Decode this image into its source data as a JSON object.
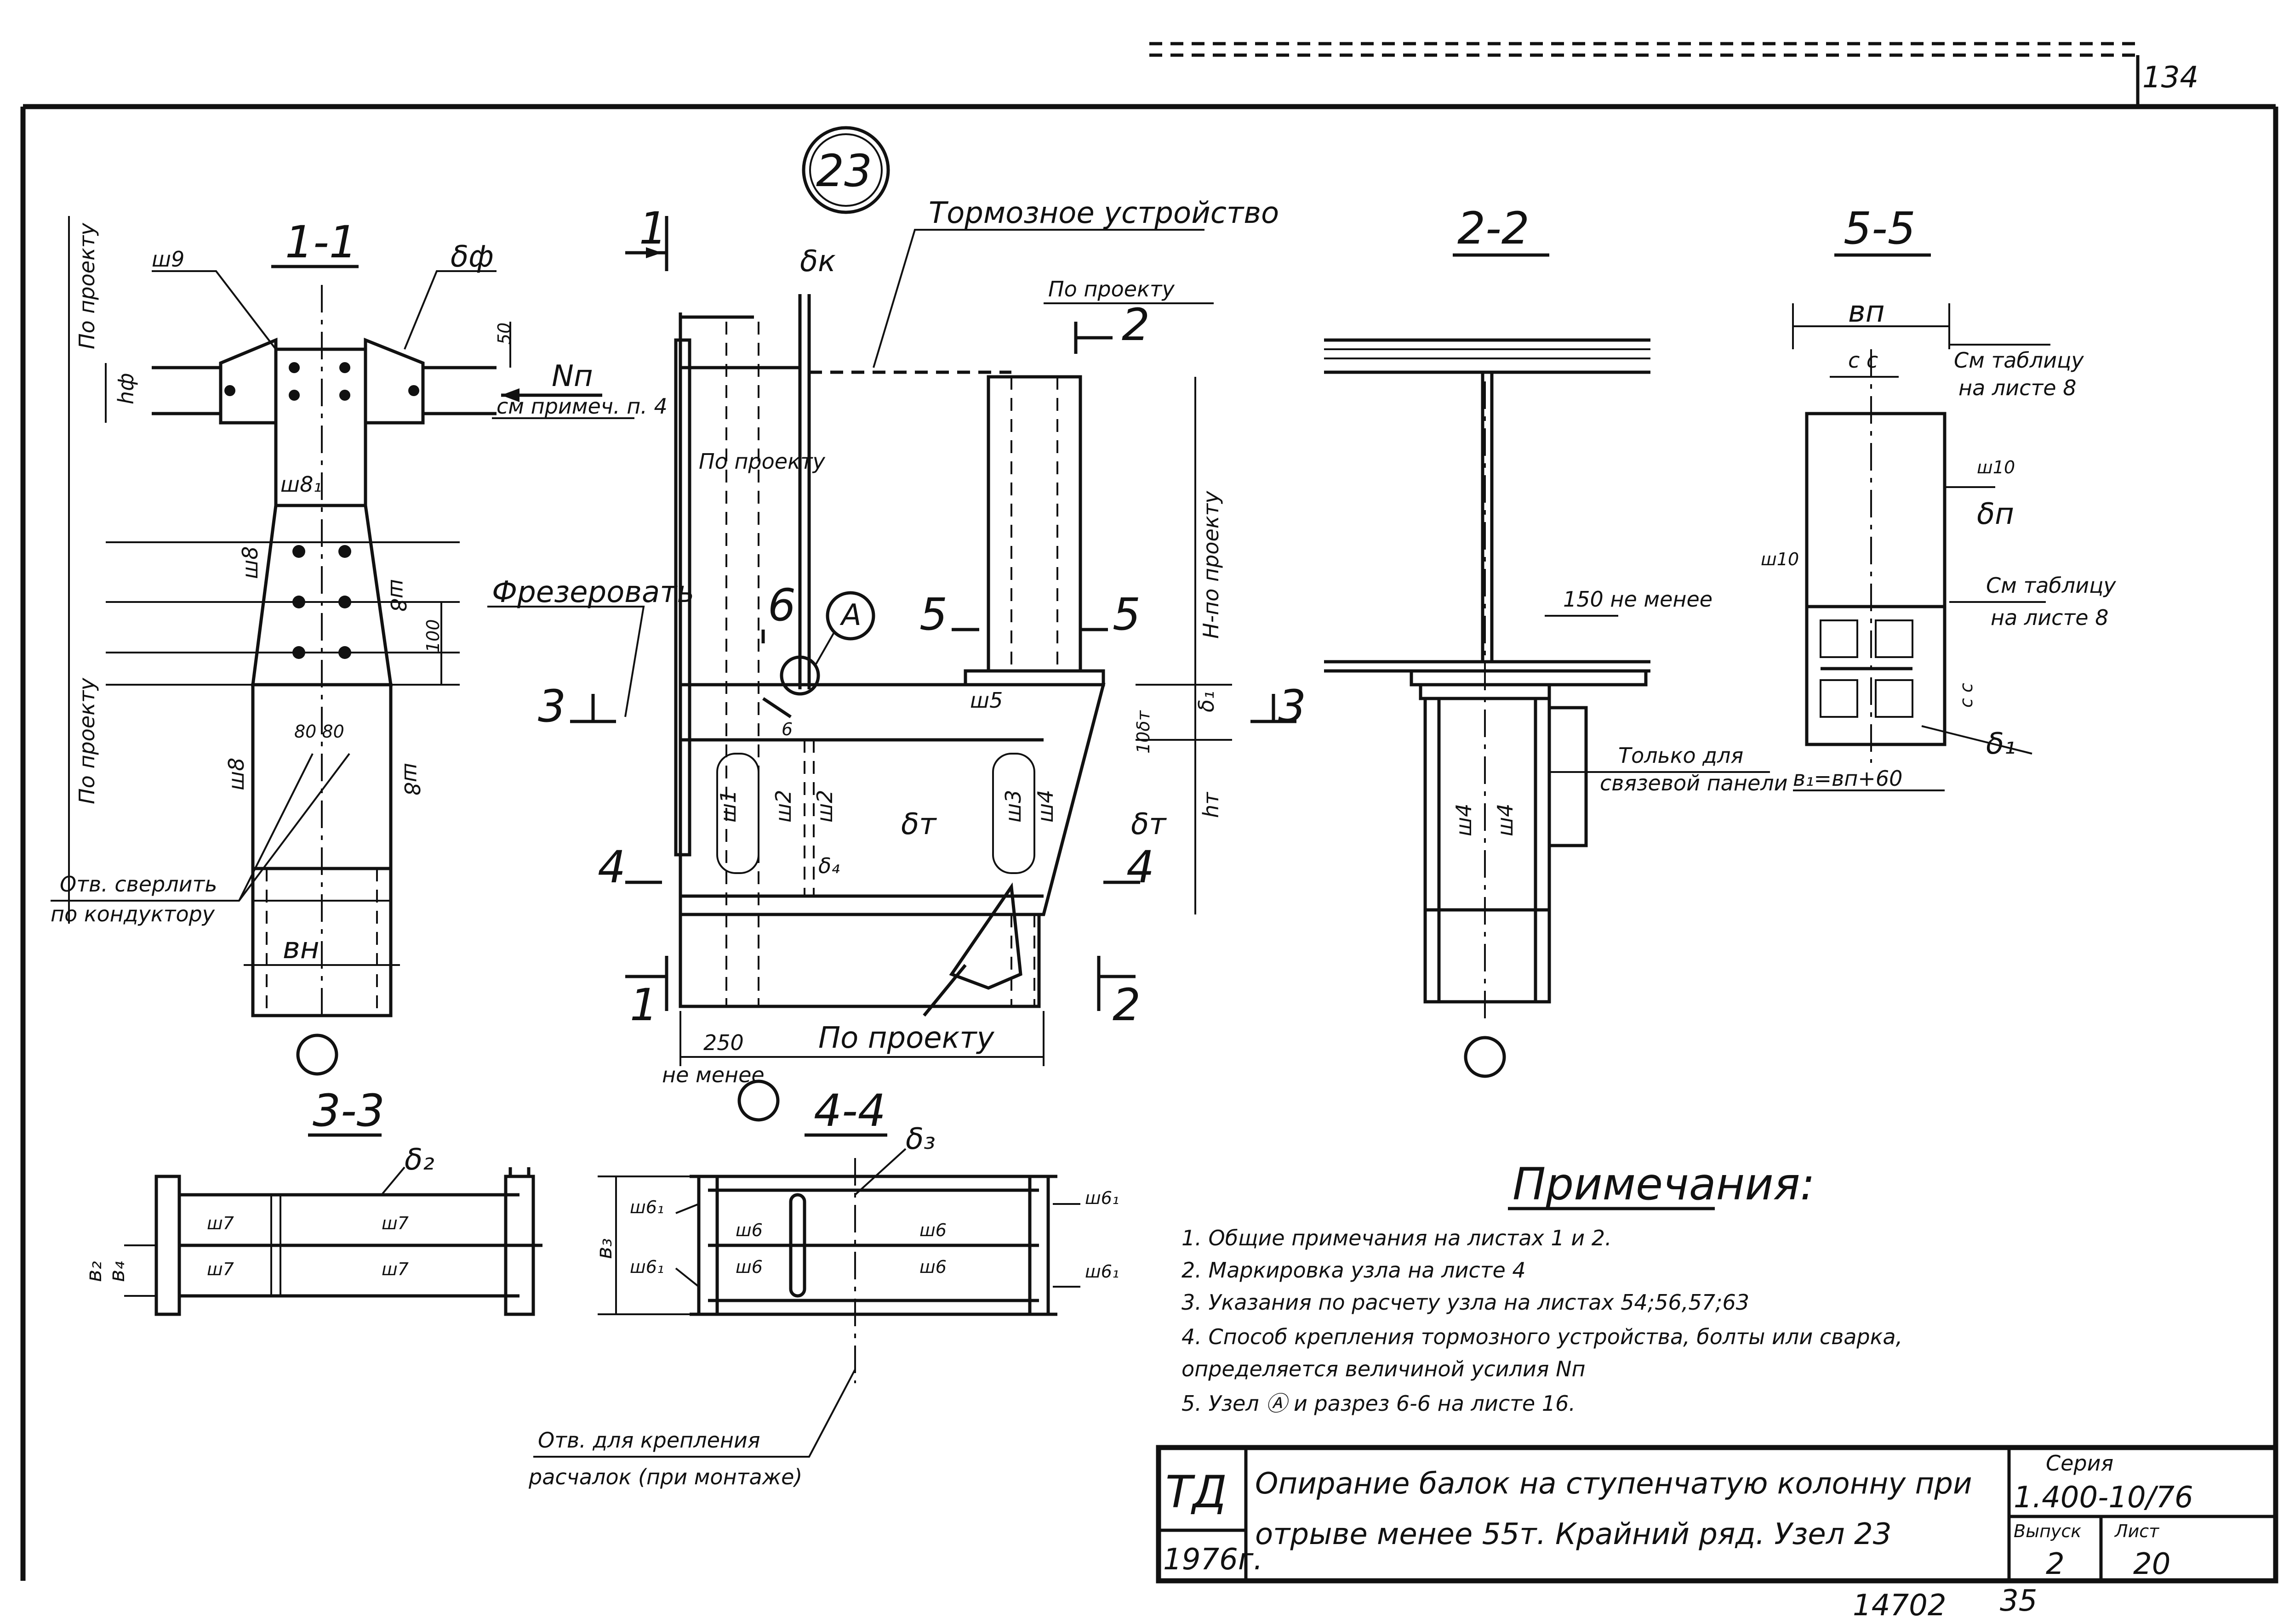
{
  "sheet_number": "134",
  "node_badge": "23",
  "sections": {
    "s11": "1-1",
    "s22": "2-2",
    "s55": "5-5",
    "s33": "3-3",
    "s44": "4-4"
  },
  "view11": {
    "po_proektu_top": "По проекту",
    "po_proektu_mid": "По проекту",
    "sh9": "ш9",
    "delta_f": "δф",
    "h_f": "hф",
    "dim50": "50",
    "Nn": "Nп",
    "note_ref": "см примеч. п. 4",
    "sh8_1": "ш8₁",
    "sh8_a": "ш8",
    "sh8_b": "ш8",
    "sh8_c": "ш8",
    "sh8_d": "ш8",
    "dim100": "100",
    "dim80": "80 80",
    "drill_1": "Отв. сверлить",
    "drill_2": "по кондуктору",
    "bn": "вн"
  },
  "view_main": {
    "cut1_top": "1",
    "cut1_bot": "1",
    "cut2_top": "2",
    "cut2_bot": "2",
    "delta_k": "δк",
    "brake": "Тормозное устройство",
    "po_proektu_a": "По проекту",
    "po_proektu_b": "По проекту",
    "po_proektu_c": "По проекту",
    "H": "Н-по проекту",
    "mill": "Фрезеровать",
    "cut3_l": "3",
    "cut3_r": "3",
    "cut4_l": "4",
    "cut4_r": "4",
    "cut5_l": "5",
    "cut5_r": "5",
    "cut6": "6",
    "cut6b": "6",
    "nodeA": "А",
    "sh5": "ш5",
    "delta1": "δ₁",
    "ten_delta": "10δт",
    "ht": "hт",
    "sh1": "ш1",
    "sh2a": "ш2",
    "sh2b": "ш2",
    "sh3": "ш3",
    "sh4": "ш4",
    "delta_t1": "δт",
    "delta_t2": "δт",
    "delta_4": "δ₄",
    "dim250": "250",
    "ne_menee": "не менее"
  },
  "view22": {
    "dim150": "150 не менее",
    "sh4a": "ш4",
    "sh4b": "ш4",
    "only_1": "Только для",
    "only_2": "связевой панели"
  },
  "view55": {
    "bp": "вп",
    "cc": "с  с",
    "table1_1": "См таблицу",
    "table1_2": "на листе 8",
    "sh10a": "ш10",
    "sh10b": "ш10",
    "delta_p": "δп",
    "table2_1": "См таблицу",
    "table2_2": "на листе 8",
    "cc2": "с с",
    "delta1": "δ₁",
    "b1": "в₁=вп+60"
  },
  "view33": {
    "delta2": "δ₂",
    "sh7a": "ш7",
    "sh7b": "ш7",
    "sh7c": "ш7",
    "sh7d": "ш7",
    "b2": "в₂",
    "b4": "в₄"
  },
  "view44": {
    "delta3": "δ₃",
    "b3": "в₃",
    "sh6_1": "ш6₁",
    "sh6_2": "ш6₁",
    "sh6_3": "ш6₁",
    "sh6_4": "ш6₁",
    "sh6a": "ш6",
    "sh6b": "ш6",
    "sh6c": "ш6",
    "sh6d": "ш6",
    "holes_1": "Отв. для крепления",
    "holes_2": "расчалок (при монтаже)"
  },
  "notes": {
    "title": "Примечания:",
    "items": [
      "1.  Общие  примечания  на  листах  1 и 2.",
      "2.  Маркировка  узла  на  листе  4",
      "3.  Указания  по расчету  узла  на  листах  54;56,57;63",
      "4.  Способ  крепления  тормозного  устройства, болты  или  сварка,",
      "     определяется  величиной  усилия  Nп",
      "5.  Узел  Ⓐ  и  разрез  6-6  на  листе  16."
    ]
  },
  "title_block": {
    "org": "ТД",
    "year": "1976г.",
    "title_1": "Опирание балок на ступенчатую колонну при",
    "title_2": "отрыве менее 55т. Крайний ряд.   Узел 23",
    "series_label": "Серия",
    "series": "1.400-10/76",
    "vypusk_label": "Выпуск",
    "vypusk": "2",
    "list_label": "Лист",
    "list": "20"
  },
  "footer": {
    "num1": "14702",
    "num2": "35"
  }
}
